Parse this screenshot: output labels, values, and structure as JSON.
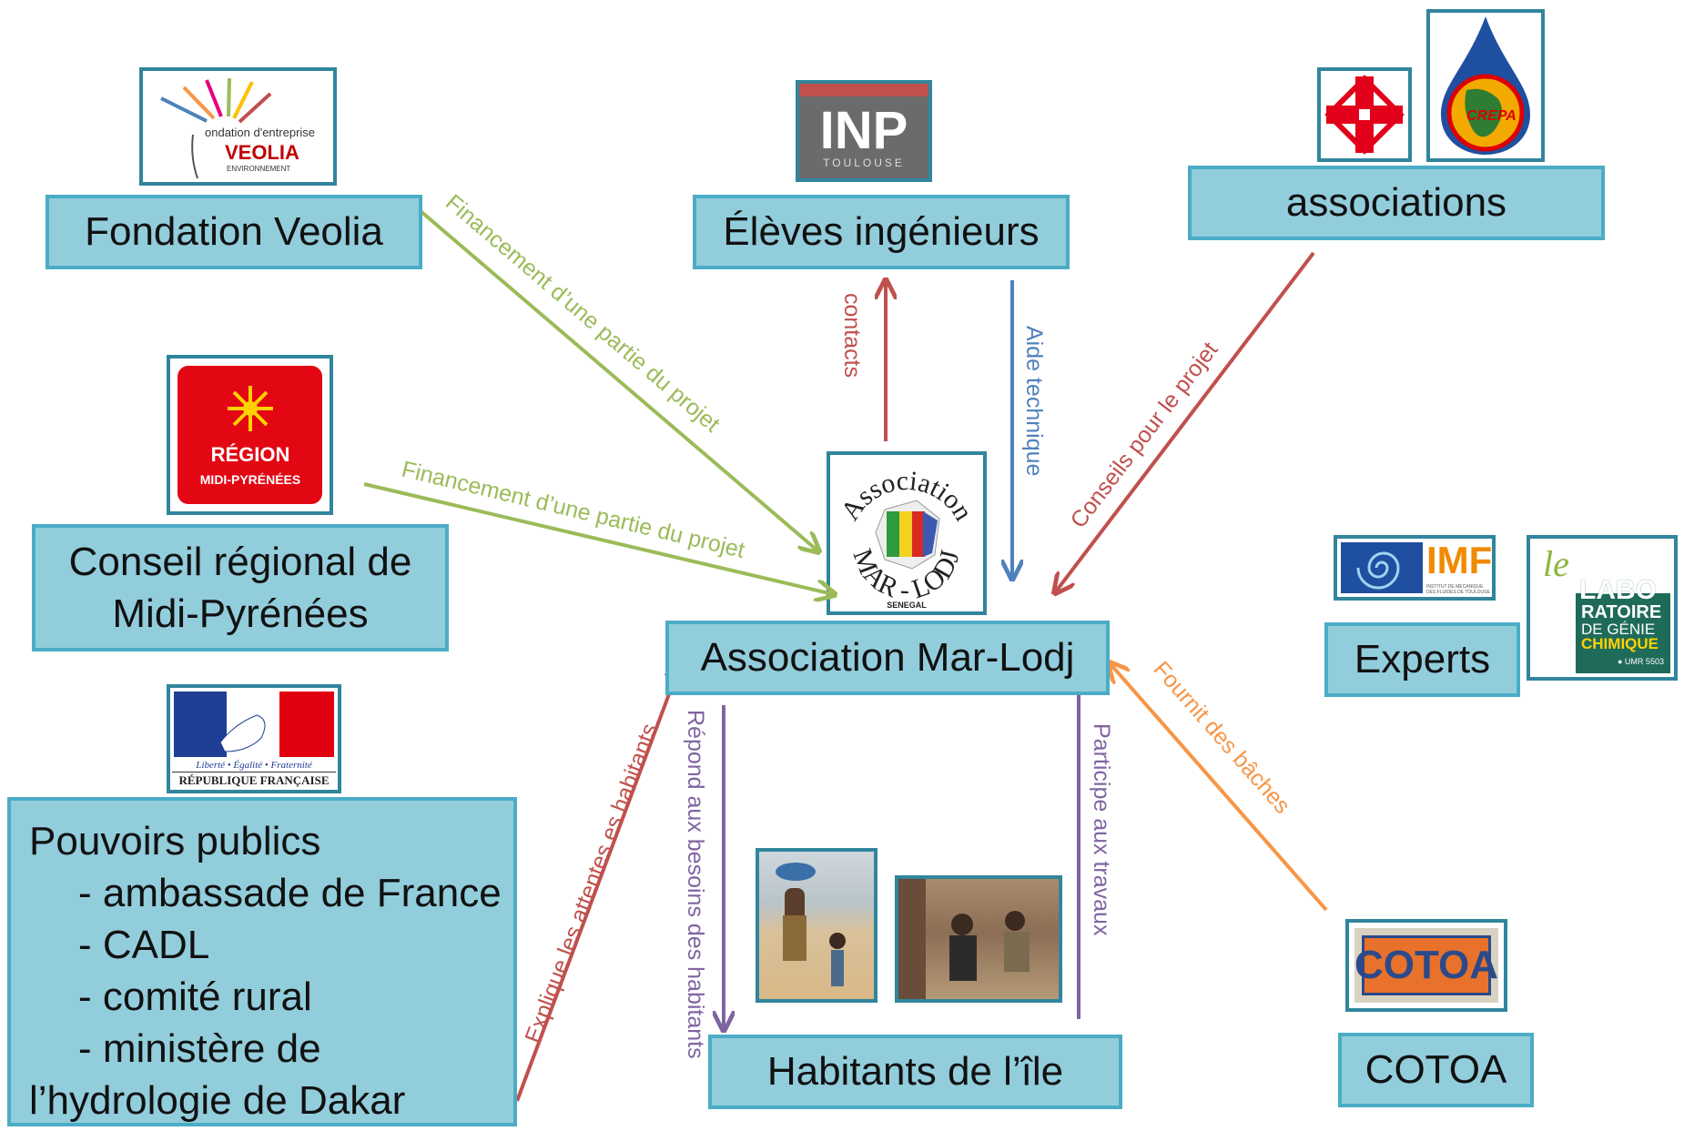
{
  "nodes": {
    "veolia": "Fondation Veolia",
    "eleves": "Élèves ingénieurs",
    "associations": "associations",
    "conseil_line1": "Conseil régional de",
    "conseil_line2": "Midi-Pyrénées",
    "marlodj": "Association Mar-Lodj",
    "experts": "Experts",
    "habitants": "Habitants de l’île",
    "cotoa": "COTOA",
    "pouvoirs": {
      "title": "Pouvoirs publics",
      "items": [
        "- ambassade de France",
        "- CADL",
        "- comité rural",
        "- ministère de"
      ],
      "last_line": "l’hydrologie de Dakar"
    }
  },
  "edges": {
    "veolia_fin": "Financement d’une partie du projet",
    "conseil_fin": "Financement d’une partie du projet",
    "contacts": "contacts",
    "aide": "Aide technique",
    "conseils": "Conseils pour le projet",
    "fournit": "Fournit des bâches",
    "explique": "Explique les attentes es habitants",
    "repond": "Répond aux besoins des habitants",
    "participe": "Participe aux travaux"
  },
  "logos": {
    "veolia_small": "ondation d'entreprise",
    "veolia_brand": "VEOLIA",
    "veolia_sub": "ENVIRONNEMENT",
    "inp": "INP",
    "inp_sub": "TOULOUSE",
    "region": "RÉGION",
    "region_sub": "MIDI-PYRÉNÉES",
    "rf_motto": "Liberté • Égalité • Fraternité",
    "rf_name": "RÉPUBLIQUE FRANÇAISE",
    "crepa": "CREPA",
    "imft": "IMFT",
    "imft_sub": "INSTITUT DE MÉCANIQUE DES FLUIDES DE TOULOUSE",
    "labo_le": "le",
    "labo_1": "LABO",
    "labo_2": "RATOIRE",
    "labo_3": "DE GÉNIE",
    "labo_4": "CHIMIQUE",
    "labo_5": "● UMR 5503",
    "assoc_top": "Association",
    "assoc_bottom": "MAR - LODJ",
    "senegal": "SENEGAL",
    "cotoa": "COTOA"
  },
  "colors": {
    "box_fill": "#92cddc",
    "box_border": "#4bacc6",
    "green": "#9bbb59",
    "red": "#c0504d",
    "blue": "#4f81bd",
    "purple": "#8064a2",
    "orange": "#f79646"
  }
}
